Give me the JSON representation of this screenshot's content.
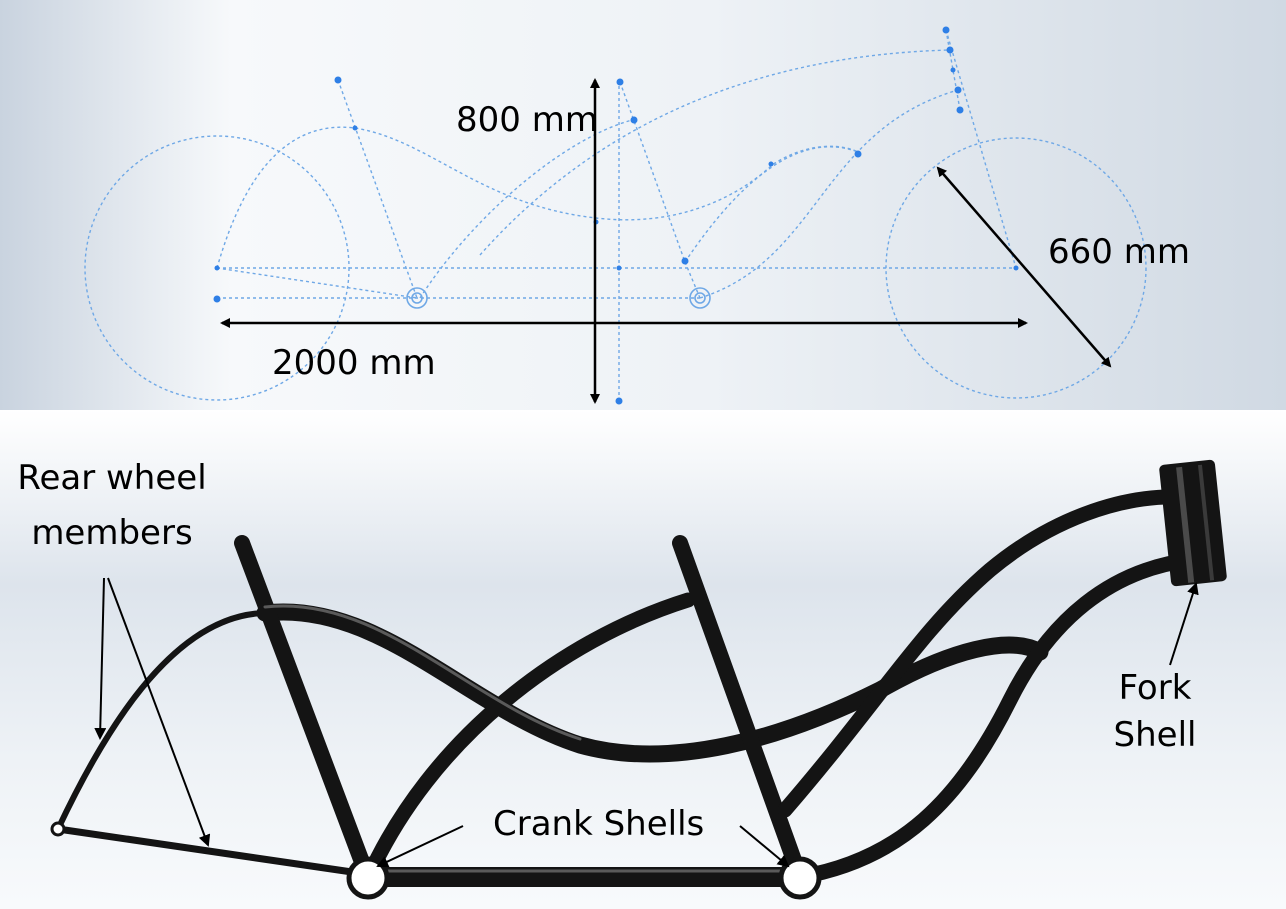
{
  "dimensions": {
    "height": "800 mm",
    "length": "2000 mm",
    "wheel_diameter": "660 mm"
  },
  "callouts": {
    "rear_wheel_line1": "Rear wheel",
    "rear_wheel_line2": "members",
    "crank_shells": "Crank Shells",
    "fork_line1": "Fork",
    "fork_line2": "Shell"
  },
  "colors": {
    "sketch_line": "#6fa8e6",
    "sketch_point": "#2e7fe6",
    "tube": "#141414",
    "arrow": "#000000"
  }
}
